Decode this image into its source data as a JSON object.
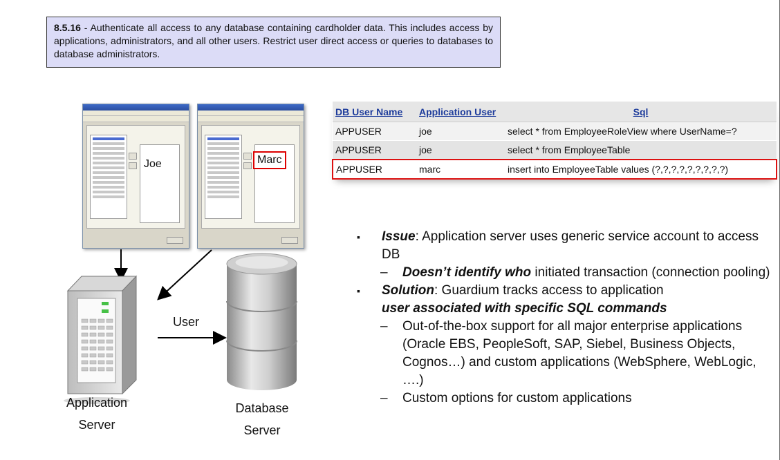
{
  "requirement": {
    "code": "8.5.16",
    "separator": " - ",
    "text": "Authenticate all access to any database containing cardholder data. This includes access by applications, administrators, and all other users. Restrict user direct access or queries to databases to database administrators."
  },
  "app_windows": [
    {
      "user_label": "Joe"
    },
    {
      "user_label": "Marc"
    }
  ],
  "arrow_label": "User",
  "captions": {
    "app_server": [
      "Application",
      "Server"
    ],
    "db_server": [
      "Database",
      "Server"
    ]
  },
  "table": {
    "headers": [
      "DB User Name",
      "Application User",
      "Sql"
    ],
    "rows": [
      [
        "APPUSER",
        "joe",
        "select * from EmployeeRoleView where UserName=?"
      ],
      [
        "APPUSER",
        "joe",
        "select * from EmployeeTable"
      ],
      [
        "APPUSER",
        "marc",
        "insert into EmployeeTable values (?,?,?,?,?,?,?,?,?)"
      ]
    ],
    "highlight_color": "#d11111"
  },
  "bullets": {
    "issue_label": "Issue",
    "issue_text": ": Application server uses generic service account to access DB",
    "issue_sub_bold": "Doesn’t identify who",
    "issue_sub_text": " initiated transaction (connection pooling)",
    "solution_label": "Solution",
    "solution_text": ": Guardium tracks access to application",
    "solution_bold_line": "user associated with specific SQL commands",
    "solution_sub1": "Out-of-the-box support for all major enterprise applications (Oracle EBS, PeopleSoft, SAP, Siebel, Business Objects, Cognos…) and custom applications (WebSphere, WebLogic, ….)",
    "solution_sub2": "Custom options for custom applications",
    "bullet_mark": "▪",
    "dash_mark": "–"
  },
  "colors": {
    "requirement_bg": "#dcdcf7",
    "header_link": "#1f3d9c",
    "highlight_red": "#d11111"
  }
}
